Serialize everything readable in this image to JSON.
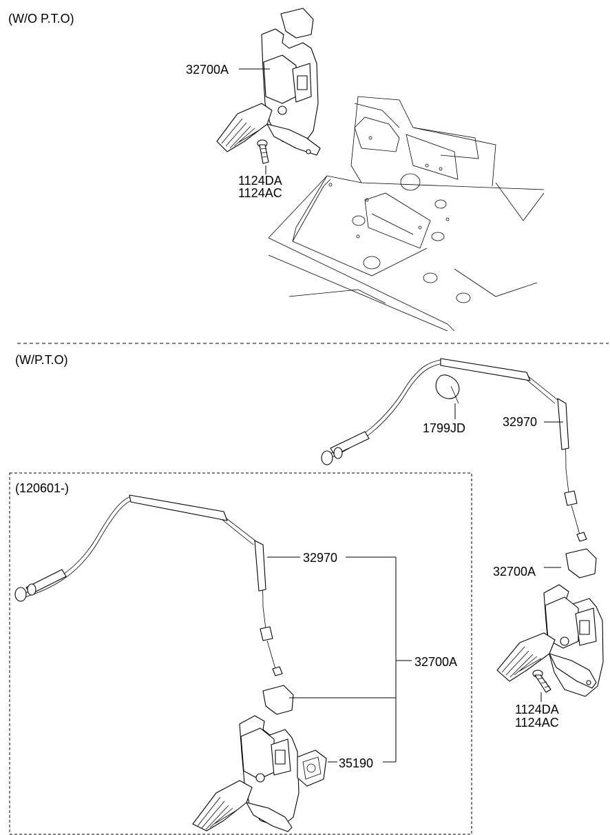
{
  "sections": {
    "wo_pto": "(W/O P.T.O)",
    "w_pto": "(W/P.T.O)",
    "date_range": "(120601-)"
  },
  "labels": {
    "top_pedal": "32700A",
    "top_bolt_1": "1124DA",
    "top_bolt_2": "1124AC",
    "clip": "1799JD",
    "cable_right": "32970",
    "pedal_right": "32700A",
    "bolt_right_1": "1124DA",
    "bolt_right_2": "1124AC",
    "cable_box": "32970",
    "assembly_box": "32700A",
    "sensor_box": "35190"
  }
}
